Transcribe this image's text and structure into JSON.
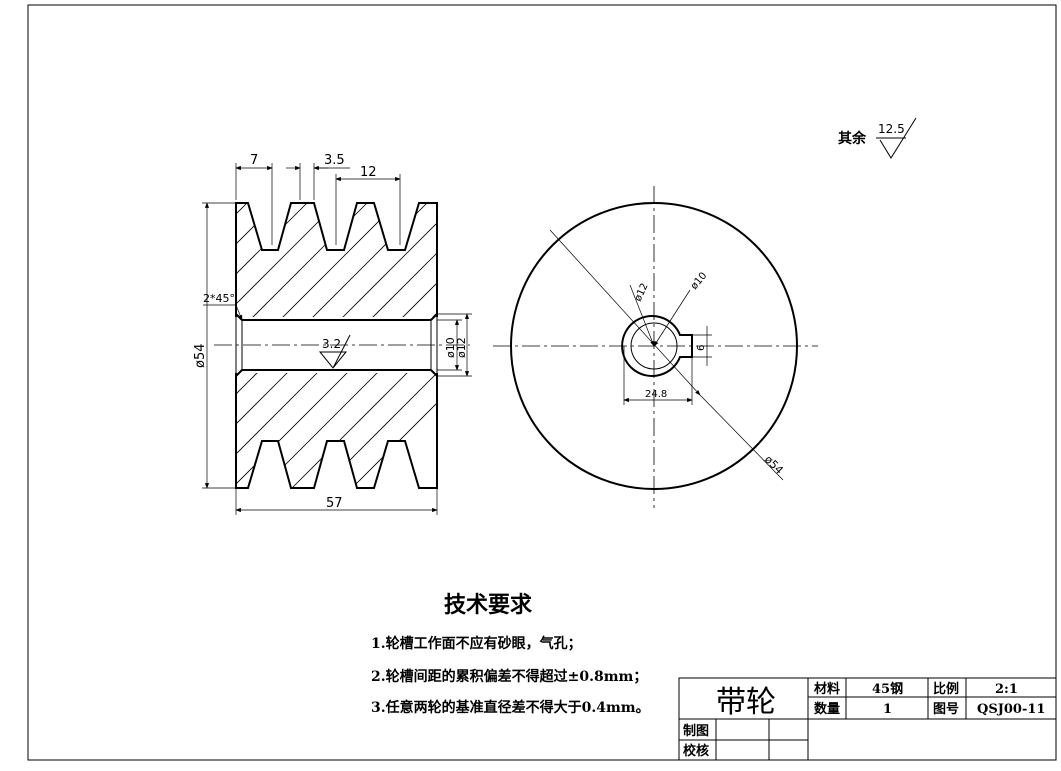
{
  "drawing": {
    "surface_roughness_label": "其余",
    "surface_roughness_value": "12.5",
    "bore_roughness_value": "3.2"
  },
  "side_view": {
    "dim_groove_width": "7",
    "dim_groove_gap": "3.5",
    "dim_groove_pitch": "12",
    "dim_chamfer": "2*45°",
    "dim_outer_diameter": "ø54",
    "dim_bore": "ø10",
    "dim_bore_chamfer": "ø12",
    "dim_total_length": "57"
  },
  "front_view": {
    "dim_bore_12": "ø12",
    "dim_bore_10": "ø10",
    "dim_keyway_width": "6",
    "dim_keyway_depth": "24.8",
    "dim_outer": "ø54"
  },
  "tech_requirements": {
    "title": "技术要求",
    "items": [
      "1.轮槽工作面不应有砂眼，气孔；",
      "2.轮槽间距的累积偏差不得超过±0.8mm；",
      "3.任意两轮的基准直径差不得大于0.4mm。"
    ]
  },
  "title_block": {
    "part_name": "带轮",
    "material_label": "材料",
    "material_value": "45钢",
    "scale_label": "比例",
    "scale_value": "2:1",
    "quantity_label": "数量",
    "quantity_value": "1",
    "drawing_no_label": "图号",
    "drawing_no_value": "QSJ00-11",
    "drawn_by_label": "制图",
    "checked_by_label": "校核"
  }
}
